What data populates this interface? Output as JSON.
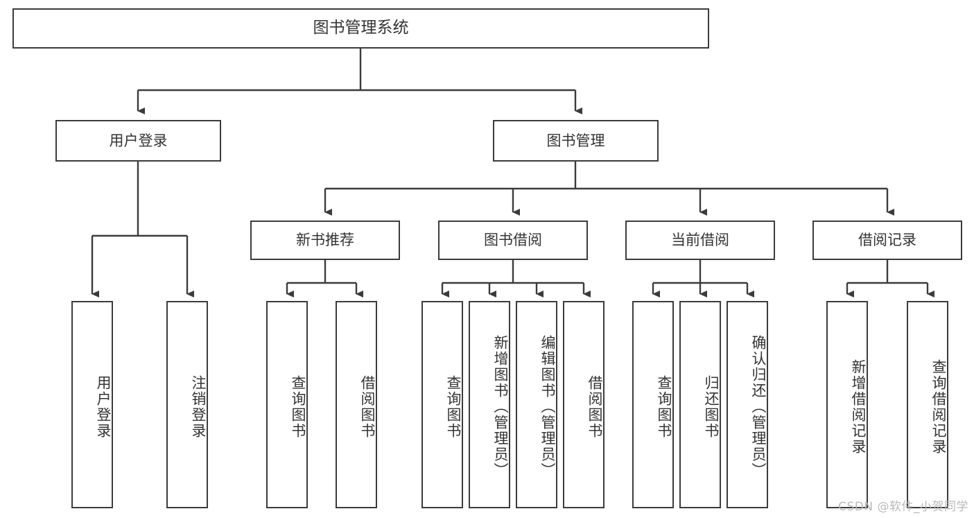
{
  "diagram": {
    "title": "图书管理系统",
    "type": "tree-hierarchy-chart",
    "colors": {
      "box_border": "#3b3b3b",
      "box_fill": "#ffffff",
      "text": "#333333",
      "connector": "#3b3b3b",
      "watermark": "#b9b9b9",
      "background": "#ffffff"
    },
    "root": {
      "label": "图书管理系统"
    },
    "level2": [
      {
        "label": "用户登录"
      },
      {
        "label": "图书管理"
      }
    ],
    "level3": [
      {
        "label": "新书推荐"
      },
      {
        "label": "图书借阅"
      },
      {
        "label": "当前借阅"
      },
      {
        "label": "借阅记录"
      }
    ],
    "leaves": {
      "user_login": [
        {
          "label": "用户登录"
        },
        {
          "label": "注销登录"
        }
      ],
      "new_book_recommend": [
        {
          "label": "查询图书"
        },
        {
          "label": "借阅图书"
        }
      ],
      "book_borrow": [
        {
          "label": "查询图书"
        },
        {
          "label": "新增图书（管理员）"
        },
        {
          "label": "编辑图书（管理员）"
        },
        {
          "label": "借阅图书"
        }
      ],
      "current_borrow": [
        {
          "label": "查询图书"
        },
        {
          "label": "归还图书"
        },
        {
          "label": "确认归还（管理员）"
        }
      ],
      "borrow_record": [
        {
          "label": "新增借阅记录"
        },
        {
          "label": "查询借阅记录"
        }
      ]
    }
  },
  "watermark": {
    "text": "CSDN @软件_小贺同学"
  }
}
